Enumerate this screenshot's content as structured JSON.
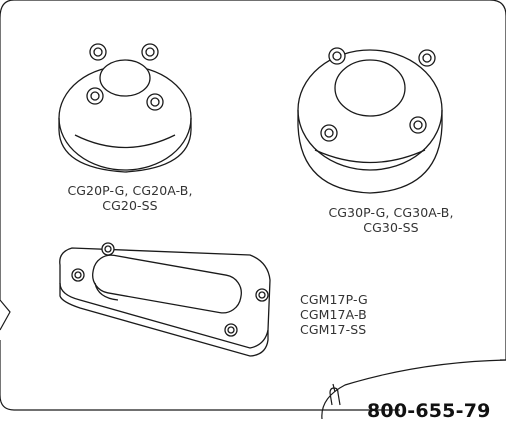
{
  "products": {
    "cg20": {
      "lines": [
        "CG20P-G, CG20A-B,",
        "CG20-SS"
      ],
      "icon": "round-cable-gland-icon"
    },
    "cg30": {
      "lines": [
        "CG30P-G, CG30A-B,",
        "CG30-SS"
      ],
      "icon": "round-cable-gland-icon"
    },
    "cgm17": {
      "lines": [
        "CGM17P-G",
        "CGM17A-B",
        "CGM17-SS"
      ],
      "icon": "rectangular-cable-gland-icon"
    }
  },
  "callout": {
    "phone": "800-655-79",
    "icon": "hand-icon"
  },
  "colors": {
    "line": "#1a1a1a",
    "label": "#333333",
    "background": "#ffffff"
  }
}
